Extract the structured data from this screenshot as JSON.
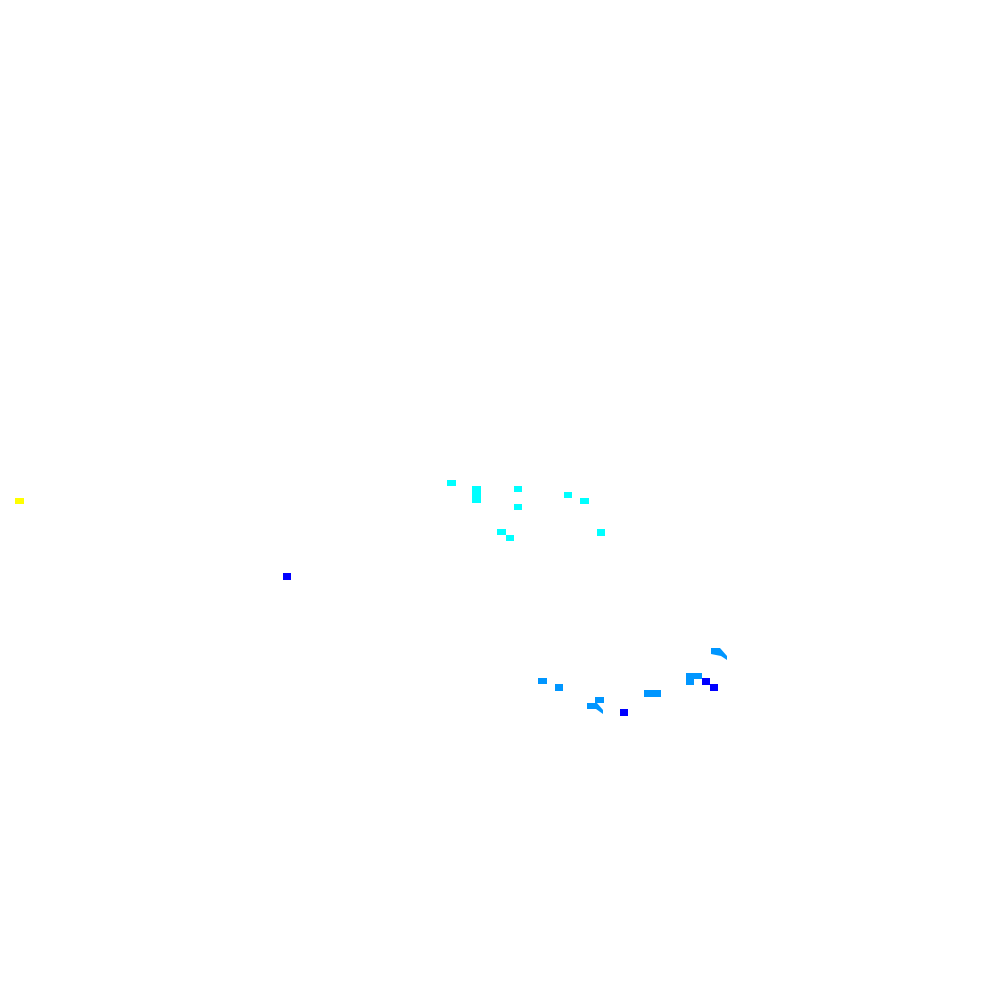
{
  "palette": {
    "background": "#ffffff",
    "yellow": "#ffff00",
    "cyan": "#00ffff",
    "azure": "#0096ff",
    "blue": "#0000ff"
  },
  "groups": [
    {
      "name": "yellow-marks",
      "color_key": "yellow",
      "count": 1
    },
    {
      "name": "cyan-marks",
      "color_key": "cyan",
      "count": 10
    },
    {
      "name": "azure-marks",
      "color_key": "azure",
      "count": 10
    },
    {
      "name": "blue-marks",
      "color_key": "blue",
      "count": 4
    }
  ]
}
